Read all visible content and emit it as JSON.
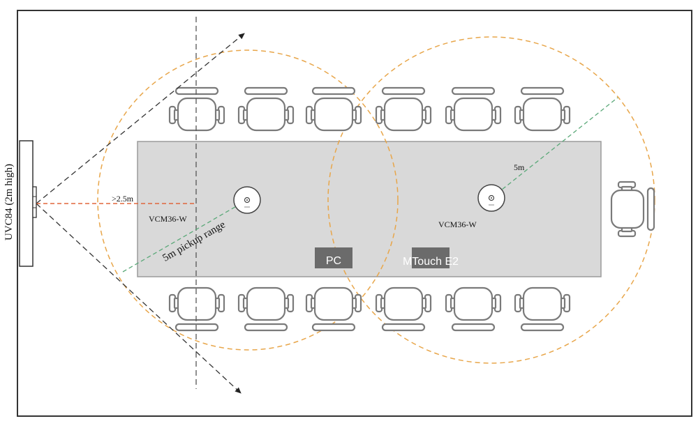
{
  "camera": {
    "label": "UVC84 (2m high)"
  },
  "mics": [
    {
      "label": "VCM36-W"
    },
    {
      "label": "VCM36-W"
    }
  ],
  "annotations": {
    "distance": ">2.5m",
    "pickup_range": "5m pickup range",
    "radius": "5m"
  },
  "devices": {
    "pc": "PC",
    "mtouch": "MTouch E2"
  },
  "colors": {
    "room_border": "#333333",
    "table_fill": "#d9d9d9",
    "pickup_circle": "#e8a64a",
    "radius_line": "#5aa878",
    "distance_line": "#e0663c",
    "camera_fov": "#333333",
    "device_box": "#6b6b6b",
    "chair_stroke": "#7a7a7a"
  },
  "icons": [
    "chair-icon",
    "ceiling-mic-icon",
    "camera-icon",
    "arrow-icon"
  ]
}
